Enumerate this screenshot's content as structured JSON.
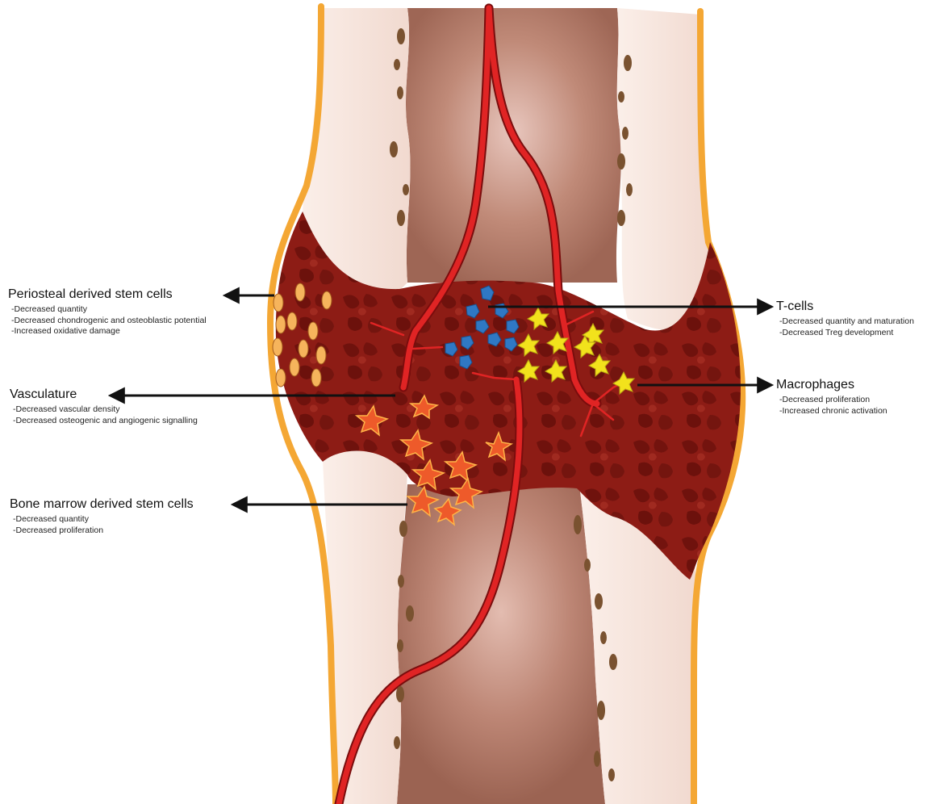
{
  "labels": {
    "periosteal": {
      "title": "Periosteal derived stem cells",
      "notes": [
        "-Decreased quantity",
        "-Decreased chondrogenic and osteoblastic potential",
        "-Increased oxidative damage"
      ]
    },
    "vasculature": {
      "title": "Vasculature",
      "notes": [
        "-Decreased vascular density",
        "-Decreased osteogenic and angiogenic signalling"
      ]
    },
    "bone_marrow": {
      "title": "Bone marrow derived stem cells",
      "notes": [
        "-Decreased quantity",
        "-Decreased proliferation"
      ]
    },
    "t_cells": {
      "title": "T-cells",
      "notes": [
        "-Decreased quantity and maturation",
        "-Decreased Treg development"
      ]
    },
    "macrophages": {
      "title": "Macrophages",
      "notes": [
        "-Decreased proliferation",
        "-Increased chronic activation"
      ]
    }
  },
  "colors": {
    "periosteum": "#f4a734",
    "cortical_bone": "#f5e3da",
    "marrow": "#b57c68",
    "callus": "#8b1a14",
    "callus_dark": "#6e120e",
    "vessel": "#d61f1f",
    "t_cell": "#2f78c4",
    "macrophage": "#f2e21c",
    "stem_cell": "#ee5a2a",
    "periosteal_cell": "#f6b45c",
    "osteocyte": "#7a5230",
    "arrow": "#111111"
  }
}
